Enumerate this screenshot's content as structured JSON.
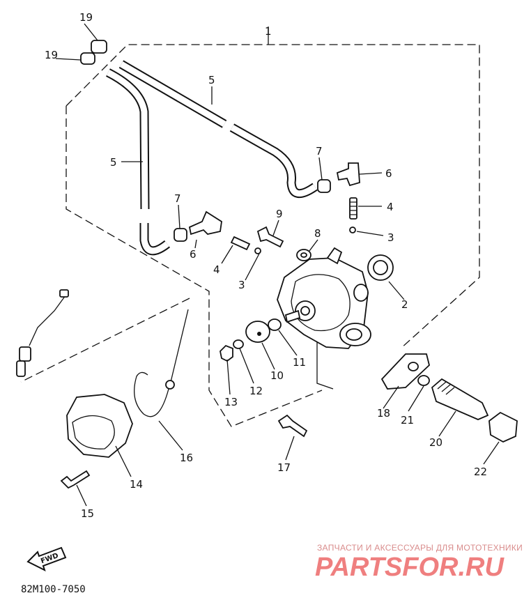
{
  "callouts": {
    "c1": "1",
    "c19a": "19",
    "c19b": "19",
    "c5a": "5",
    "c5b": "5",
    "c7a": "7",
    "c7b": "7",
    "c6a": "6",
    "c6b": "6",
    "c4a": "4",
    "c4b": "4",
    "c3a": "3",
    "c3b": "3",
    "c9": "9",
    "c8": "8",
    "c2": "2",
    "c10": "10",
    "c11": "11",
    "c12": "12",
    "c13": "13",
    "c14": "14",
    "c15": "15",
    "c16": "16",
    "c17": "17",
    "c18": "18",
    "c20": "20",
    "c21": "21",
    "c22": "22"
  },
  "fwd_label": "FWD",
  "diagram_code": "82M100-7050",
  "watermark": {
    "tagline": "ЗАПЧАСТИ И АКСЕССУАРЫ ДЛЯ МОТОТЕХНИКИ",
    "logo": "PARTSFOR.RU"
  }
}
